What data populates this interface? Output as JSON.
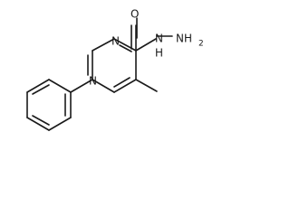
{
  "molecule": {
    "atoms": {
      "n_ring_top": "N",
      "n_ring_bottom": "N",
      "o_carbonyl": "O",
      "n_amide": "N",
      "h_amide": "H",
      "n_terminal": "NH",
      "sub_2": "2"
    }
  }
}
